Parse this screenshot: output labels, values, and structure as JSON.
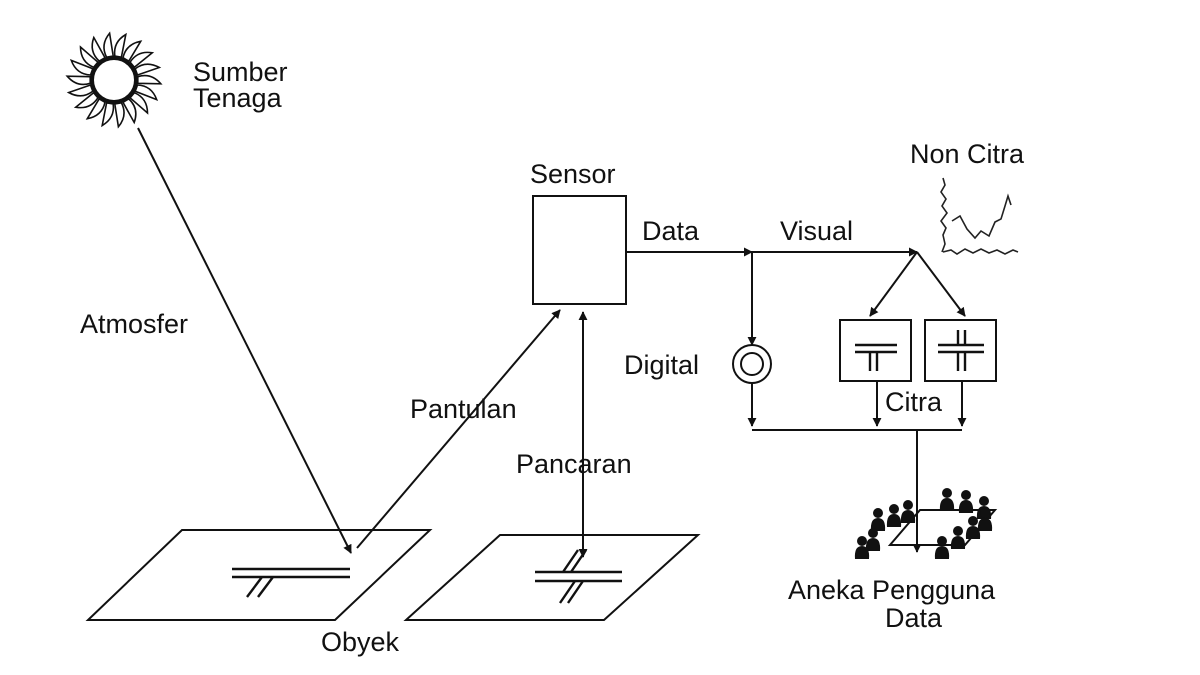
{
  "labels": {
    "energy_source_line1": "Sumber",
    "energy_source_line2": "Tenaga",
    "atmosphere": "Atmosfer",
    "sensor": "Sensor",
    "data": "Data",
    "visual": "Visual",
    "non_image": "Non Citra",
    "digital": "Digital",
    "image": "Citra",
    "reflection": "Pantulan",
    "emission": "Pancaran",
    "object": "Obyek",
    "users_line1": "Aneka Pengguna",
    "users_line2": "Data"
  },
  "icons": {
    "sun": "sun-icon",
    "digital_tape": "tape-reel-icon",
    "users": "people-group-icon"
  },
  "colors": {
    "ink": "#111111",
    "background": "#ffffff"
  }
}
